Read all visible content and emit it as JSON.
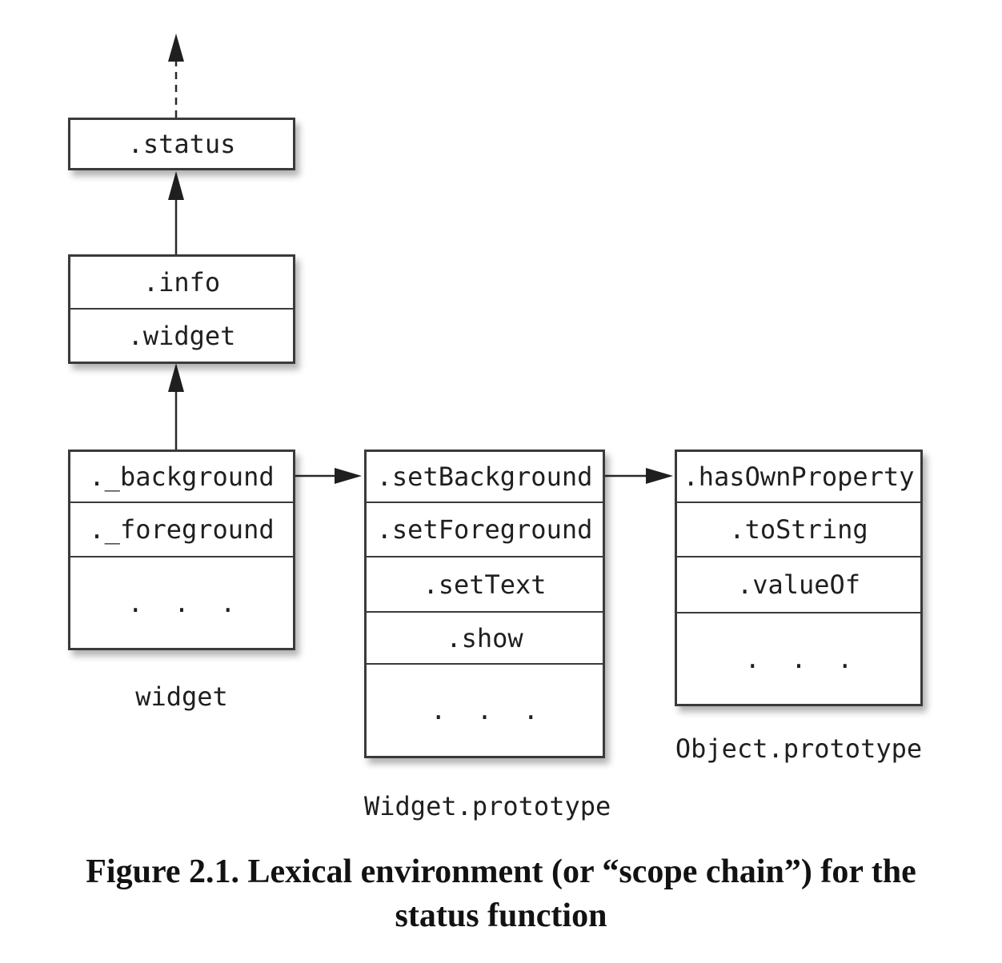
{
  "diagram": {
    "status_box": {
      "rows": [
        ".status"
      ]
    },
    "info_box": {
      "rows": [
        ".info",
        ".widget"
      ]
    },
    "widget_box": {
      "rows": [
        "._background",
        "._foreground",
        ".  .  ."
      ],
      "label": "widget"
    },
    "widget_prototype_box": {
      "rows": [
        ".setBackground",
        ".setForeground",
        ".setText",
        ".show",
        ".  .  ."
      ],
      "label": "Widget.prototype"
    },
    "object_prototype_box": {
      "rows": [
        ".hasOwnProperty",
        ".toString",
        ".valueOf",
        ".  .  ."
      ],
      "label": "Object.prototype"
    }
  },
  "caption": {
    "line1": "Figure 2.1. Lexical environment (or “scope chain”) for the",
    "line2": "status function"
  },
  "colors": {
    "ink": "#2a2a2a",
    "border": "#3a3a3a",
    "background": "#ffffff"
  }
}
